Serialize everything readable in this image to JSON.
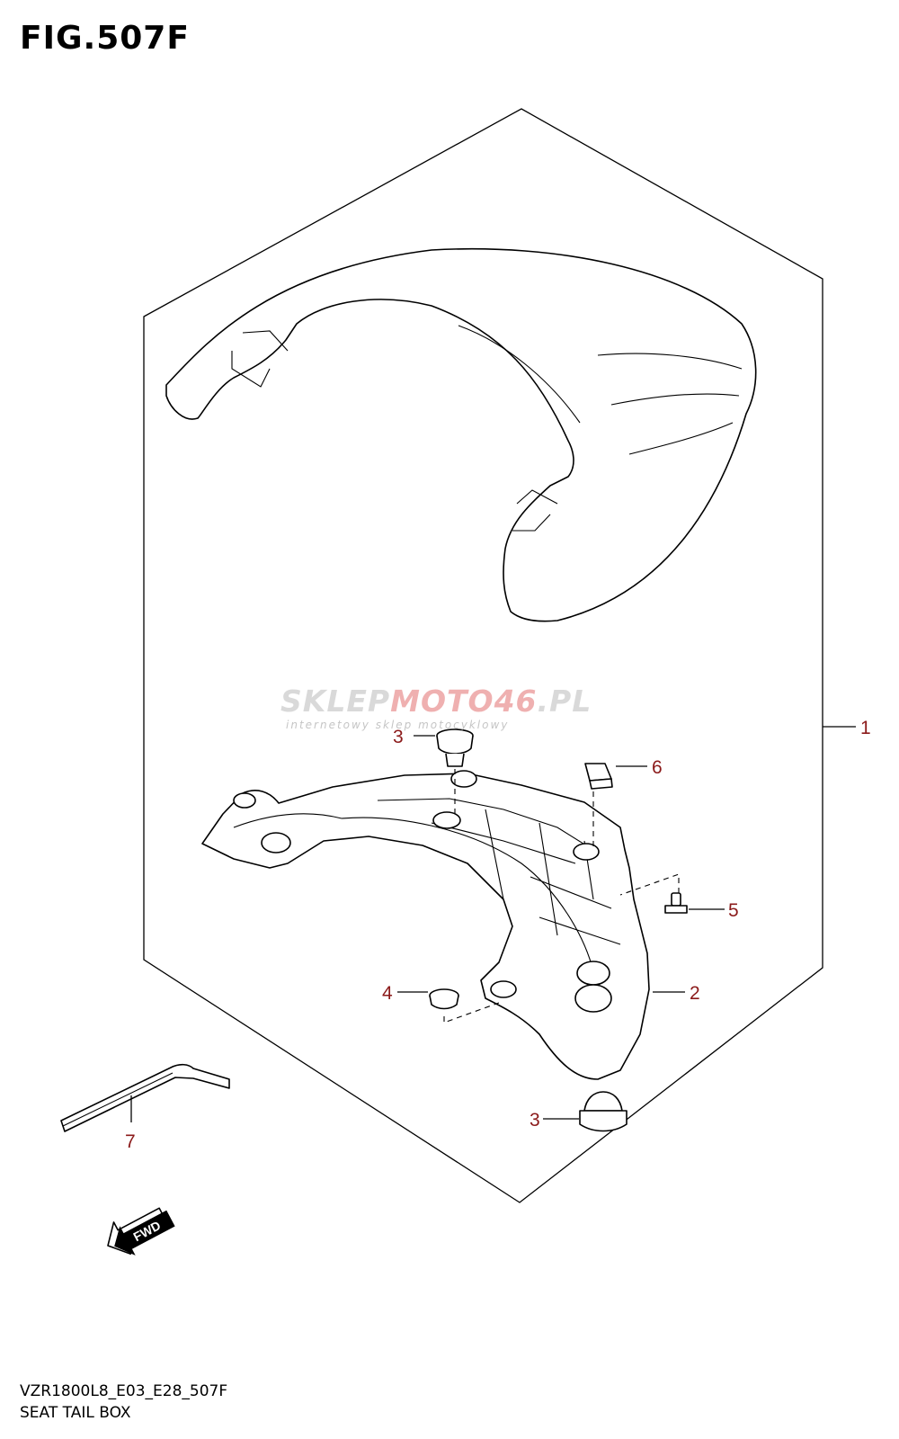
{
  "figure": {
    "title": "FIG.507F"
  },
  "footer": {
    "model_code": "VZR1800L8_E03_E28_507F",
    "caption": "SEAT TAIL BOX"
  },
  "watermark": {
    "brand_gray": "SKLEP",
    "brand_red": "MOTO46",
    "brand_suffix": ".PL",
    "tagline": "internetowy sklep motocyklowy"
  },
  "callouts": [
    {
      "id": "part-1",
      "label": "1"
    },
    {
      "id": "part-2",
      "label": "2"
    },
    {
      "id": "part-3-top",
      "label": "3"
    },
    {
      "id": "part-3-bottom",
      "label": "3"
    },
    {
      "id": "part-4",
      "label": "4"
    },
    {
      "id": "part-5",
      "label": "5"
    },
    {
      "id": "part-6",
      "label": "6"
    },
    {
      "id": "part-7",
      "label": "7"
    }
  ],
  "fwd_badge": {
    "label": "FWD"
  },
  "colors": {
    "callout": "#8b1a1a",
    "line": "#000000",
    "background": "#ffffff"
  }
}
